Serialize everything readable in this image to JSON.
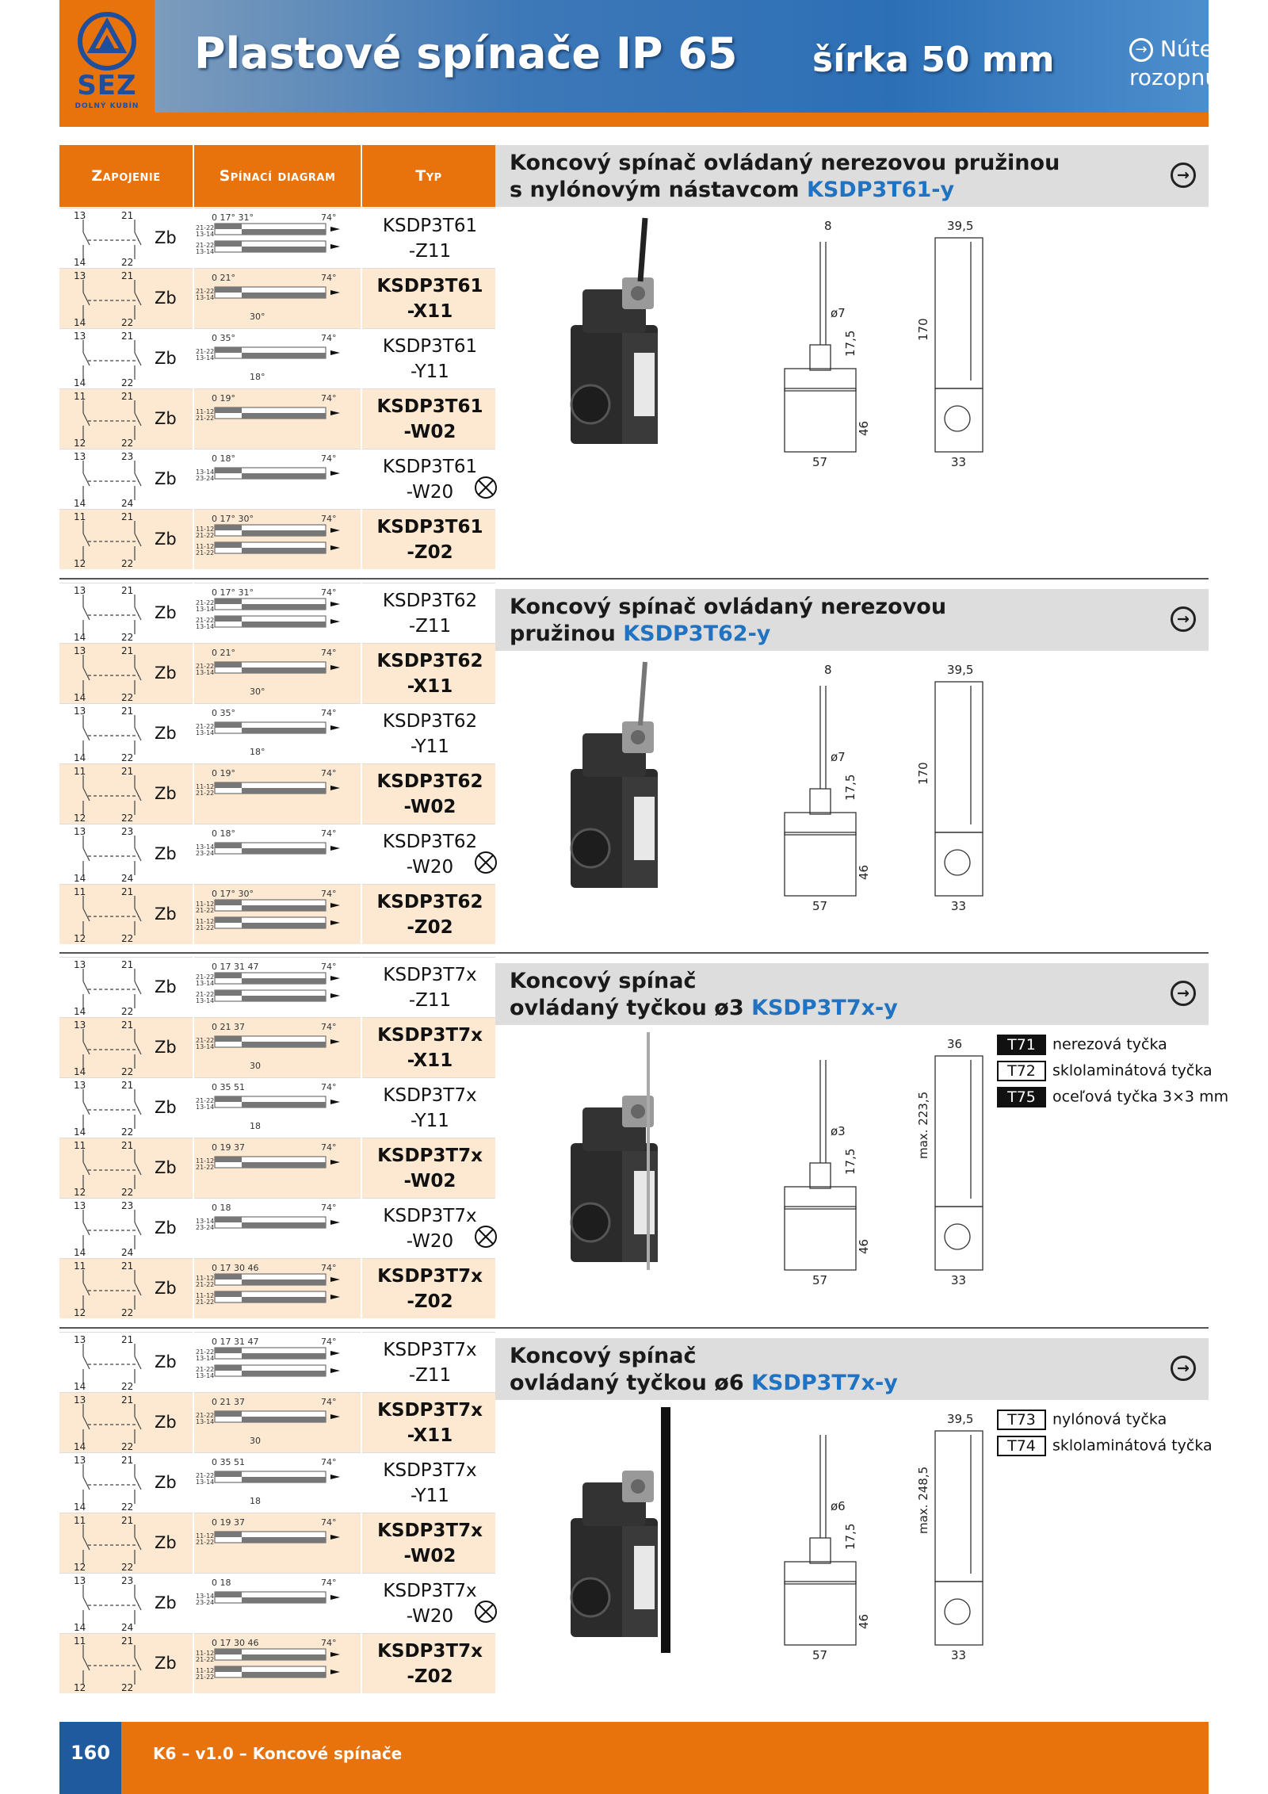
{
  "header": {
    "logo": "SEZ",
    "logo_sub": "DOLNÝ KUBÍN",
    "title": "Plastové spínače IP 65",
    "width": "šírka 50 mm",
    "note": [
      "Nútené",
      "rozopnutie"
    ],
    "colors": {
      "orange": "#e8720c",
      "blue": "#1f73c2"
    }
  },
  "columns": {
    "wiring": "Zapojenie",
    "diagram": "Spínací diagram",
    "type": "Typ"
  },
  "sections": [
    {
      "title_lines": [
        "Koncový spínač ovládaný nerezovou pružinou",
        "s nylónovým nástavcom"
      ],
      "code": "KSDP3T61-y",
      "dims": {
        "a": "8",
        "b": "39,5",
        "c": "ø7",
        "d": "17,5",
        "e": "170",
        "f": "46",
        "g": "57",
        "h": "33"
      },
      "rows": [
        {
          "type": [
            "KSDP3T61",
            "-Z11"
          ],
          "t": [
            "13",
            "21",
            "14",
            "22"
          ],
          "c": [
            "21-22",
            "13-14",
            "21-22",
            "13-14"
          ],
          "angles": "0 17° 31°",
          "end": "74°",
          "sub": ""
        },
        {
          "type": [
            "KSDP3T61",
            "-X11"
          ],
          "t": [
            "13",
            "21",
            "14",
            "22"
          ],
          "c": [
            "21-22",
            "13-14"
          ],
          "angles": "0   21°",
          "end": "74°",
          "sub": "30°"
        },
        {
          "type": [
            "KSDP3T61",
            "-Y11"
          ],
          "t": [
            "13",
            "21",
            "14",
            "22"
          ],
          "c": [
            "21-22",
            "13-14"
          ],
          "angles": "0      35°",
          "end": "74°",
          "sub": "18°"
        },
        {
          "type": [
            "KSDP3T61",
            "-W02"
          ],
          "t": [
            "11",
            "21",
            "12",
            "22"
          ],
          "c": [
            "11-12",
            "21-22"
          ],
          "angles": "0  19°",
          "end": "74°",
          "sub": ""
        },
        {
          "type": [
            "KSDP3T61",
            "-W20"
          ],
          "t": [
            "13",
            "23",
            "14",
            "24"
          ],
          "c": [
            "13-14",
            "23-24"
          ],
          "angles": "0  18°",
          "end": "74°",
          "sub": ""
        },
        {
          "type": [
            "KSDP3T61",
            "-Z02"
          ],
          "t": [
            "11",
            "21",
            "12",
            "22"
          ],
          "c": [
            "11-12",
            "21-22",
            "11-12",
            "21-22"
          ],
          "angles": "0 17° 30°",
          "end": "74°",
          "sub": ""
        }
      ]
    },
    {
      "title_lines": [
        "Koncový spínač ovládaný nerezovou",
        "pružinou"
      ],
      "code": "KSDP3T62-y",
      "dims": {
        "a": "8",
        "b": "39,5",
        "c": "ø7",
        "d": "17,5",
        "e": "170",
        "f": "46",
        "g": "57",
        "h": "33"
      },
      "rows": [
        {
          "type": [
            "KSDP3T62",
            "-Z11"
          ],
          "t": [
            "13",
            "21",
            "14",
            "22"
          ],
          "c": [
            "21-22",
            "13-14",
            "21-22",
            "13-14"
          ],
          "angles": "0 17° 31°",
          "end": "74°",
          "sub": ""
        },
        {
          "type": [
            "KSDP3T62",
            "-X11"
          ],
          "t": [
            "13",
            "21",
            "14",
            "22"
          ],
          "c": [
            "21-22",
            "13-14"
          ],
          "angles": "0   21°",
          "end": "74°",
          "sub": "30°"
        },
        {
          "type": [
            "KSDP3T62",
            "-Y11"
          ],
          "t": [
            "13",
            "21",
            "14",
            "22"
          ],
          "c": [
            "21-22",
            "13-14"
          ],
          "angles": "0      35°",
          "end": "74°",
          "sub": "18°"
        },
        {
          "type": [
            "KSDP3T62",
            "-W02"
          ],
          "t": [
            "11",
            "21",
            "12",
            "22"
          ],
          "c": [
            "11-12",
            "21-22"
          ],
          "angles": "0  19°",
          "end": "74°",
          "sub": ""
        },
        {
          "type": [
            "KSDP3T62",
            "-W20"
          ],
          "t": [
            "13",
            "23",
            "14",
            "24"
          ],
          "c": [
            "13-14",
            "23-24"
          ],
          "angles": "0  18°",
          "end": "74°",
          "sub": ""
        },
        {
          "type": [
            "KSDP3T62",
            "-Z02"
          ],
          "t": [
            "11",
            "21",
            "12",
            "22"
          ],
          "c": [
            "11-12",
            "21-22",
            "11-12",
            "21-22"
          ],
          "angles": "0 17° 30°",
          "end": "74°",
          "sub": ""
        }
      ]
    },
    {
      "title_lines": [
        "Koncový spínač",
        "ovládaný tyčkou ø3"
      ],
      "code": "KSDP3T7x-y",
      "dims": {
        "a": "",
        "b": "36",
        "c": "ø3",
        "d": "17,5",
        "e": "max. 223,5",
        "f": "46",
        "g": "57",
        "h": "33"
      },
      "legend": [
        {
          "tag": "T71",
          "dark": true,
          "text": "nerezová tyčka"
        },
        {
          "tag": "T72",
          "dark": false,
          "text": "sklolaminátová tyčka"
        },
        {
          "tag": "T75",
          "dark": true,
          "text": "oceľová tyčka 3×3 mm"
        }
      ],
      "rows": [
        {
          "type": [
            "KSDP3T7x",
            "-Z11"
          ],
          "t": [
            "13",
            "21",
            "14",
            "22"
          ],
          "c": [
            "21-22",
            "13-14",
            "21-22",
            "13-14"
          ],
          "angles": "0  17  31       47",
          "end": "74°",
          "sub": ""
        },
        {
          "type": [
            "KSDP3T7x",
            "-X11"
          ],
          "t": [
            "13",
            "21",
            "14",
            "22"
          ],
          "c": [
            "21-22",
            "13-14"
          ],
          "angles": "0    21    37",
          "end": "74°",
          "sub": "30"
        },
        {
          "type": [
            "KSDP3T7x",
            "-Y11"
          ],
          "t": [
            "13",
            "21",
            "14",
            "22"
          ],
          "c": [
            "21-22",
            "13-14"
          ],
          "angles": "0        35    51",
          "end": "74°",
          "sub": "18"
        },
        {
          "type": [
            "KSDP3T7x",
            "-W02"
          ],
          "t": [
            "11",
            "21",
            "12",
            "22"
          ],
          "c": [
            "11-12",
            "21-22"
          ],
          "angles": "0   19    37",
          "end": "74°",
          "sub": ""
        },
        {
          "type": [
            "KSDP3T7x",
            "-W20"
          ],
          "t": [
            "13",
            "23",
            "14",
            "24"
          ],
          "c": [
            "13-14",
            "23-24"
          ],
          "angles": "0    18",
          "end": "74°",
          "sub": ""
        },
        {
          "type": [
            "KSDP3T7x",
            "-Z02"
          ],
          "t": [
            "11",
            "21",
            "12",
            "22"
          ],
          "c": [
            "11-12",
            "21-22",
            "11-12",
            "21-22"
          ],
          "angles": "0  17  30       46",
          "end": "74°",
          "sub": ""
        }
      ]
    },
    {
      "title_lines": [
        "Koncový spínač",
        "ovládaný tyčkou ø6"
      ],
      "code": "KSDP3T7x-y",
      "dims": {
        "a": "",
        "b": "39,5",
        "c": "ø6",
        "d": "17,5",
        "e": "max. 248,5",
        "f": "46",
        "g": "57",
        "h": "33"
      },
      "legend": [
        {
          "tag": "T73",
          "dark": false,
          "text": "nylónová tyčka"
        },
        {
          "tag": "T74",
          "dark": false,
          "text": "sklolaminátová tyčka"
        }
      ],
      "rows": [
        {
          "type": [
            "KSDP3T7x",
            "-Z11"
          ],
          "t": [
            "13",
            "21",
            "14",
            "22"
          ],
          "c": [
            "21-22",
            "13-14",
            "21-22",
            "13-14"
          ],
          "angles": "0  17  31       47",
          "end": "74°",
          "sub": ""
        },
        {
          "type": [
            "KSDP3T7x",
            "-X11"
          ],
          "t": [
            "13",
            "21",
            "14",
            "22"
          ],
          "c": [
            "21-22",
            "13-14"
          ],
          "angles": "0    21    37",
          "end": "74°",
          "sub": "30"
        },
        {
          "type": [
            "KSDP3T7x",
            "-Y11"
          ],
          "t": [
            "13",
            "21",
            "14",
            "22"
          ],
          "c": [
            "21-22",
            "13-14"
          ],
          "angles": "0        35    51",
          "end": "74°",
          "sub": "18"
        },
        {
          "type": [
            "KSDP3T7x",
            "-W02"
          ],
          "t": [
            "11",
            "21",
            "12",
            "22"
          ],
          "c": [
            "11-12",
            "21-22"
          ],
          "angles": "0   19    37",
          "end": "74°",
          "sub": ""
        },
        {
          "type": [
            "KSDP3T7x",
            "-W20"
          ],
          "t": [
            "13",
            "23",
            "14",
            "24"
          ],
          "c": [
            "13-14",
            "23-24"
          ],
          "angles": "0    18",
          "end": "74°",
          "sub": ""
        },
        {
          "type": [
            "KSDP3T7x",
            "-Z02"
          ],
          "t": [
            "11",
            "21",
            "12",
            "22"
          ],
          "c": [
            "11-12",
            "21-22",
            "11-12",
            "21-22"
          ],
          "angles": "0  17  30       46",
          "end": "74°",
          "sub": ""
        }
      ]
    }
  ],
  "footer": {
    "page": "160",
    "chapter": "K6 – v1.0 – Koncové spínače"
  }
}
